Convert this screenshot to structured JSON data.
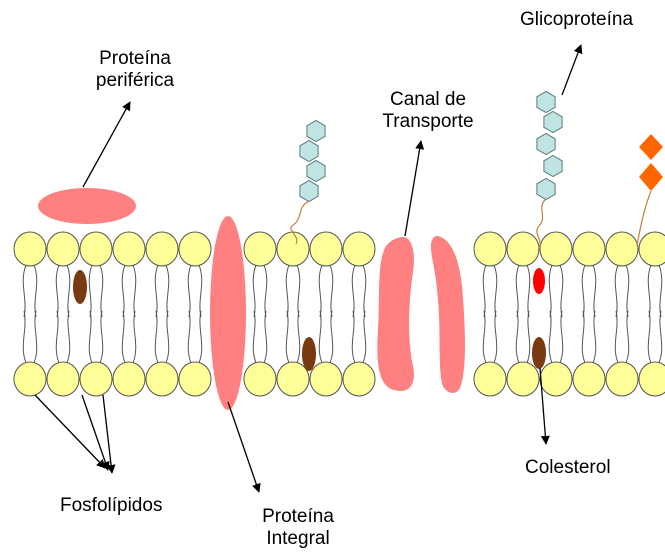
{
  "labels": {
    "peripheral_protein": [
      "Proteína",
      "periférica"
    ],
    "transport_channel": [
      "Canal de",
      "Transporte"
    ],
    "glycoprotein": "Glicoproteína",
    "phospholipids": "Fosfolípidos",
    "integral_protein": [
      "Proteína",
      "Integral"
    ],
    "cholesterol": "Colesterol"
  },
  "colors": {
    "phospholipid_head": "#ffff99",
    "head_outline": "#555555",
    "protein": "#ff8080",
    "cholesterol": "#7a3a10",
    "cholesterol_highlight": "#ff0000",
    "sugar": "#c0e4e4",
    "sugar_outline": "#5a7a7a",
    "glycolipid_sugar": "#ff6600",
    "chain": "#c08040"
  }
}
